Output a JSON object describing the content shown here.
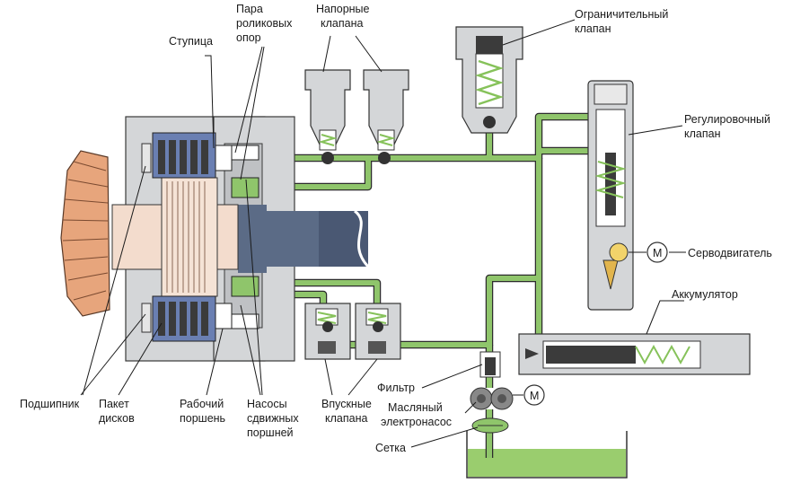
{
  "labels": {
    "hub": "Ступица",
    "roller_pair_1": "Пара",
    "roller_pair_2": "роликовых",
    "roller_pair_3": "опор",
    "pressure_valves_1": "Напорные",
    "pressure_valves_2": "клапана",
    "limit_valve_1": "Ограничительный",
    "limit_valve_2": "клапан",
    "control_valve_1": "Регулировочный",
    "control_valve_2": "клапан",
    "servo": "Серводвигатель",
    "accumulator": "Аккумулятор",
    "bearing": "Подшипник",
    "disc_pack_1": "Пакет",
    "disc_pack_2": "дисков",
    "work_piston_1": "Рабочий",
    "work_piston_2": "поршень",
    "pumps_1": "Насосы",
    "pumps_2": "сдвижных",
    "pumps_3": "поршней",
    "inlet_valves_1": "Впускные",
    "inlet_valves_2": "клапана",
    "filter": "Фильтр",
    "oil_pump_1": "Масляный",
    "oil_pump_2": "электронасос",
    "strainer": "Сетка",
    "motor_symbol": "M"
  },
  "colors": {
    "oil": "#8fc56b",
    "oil_tank": "#9acd6e",
    "housing": "#d4d6d8",
    "shaft": "#5b6b86",
    "disc_blue": "#6a7fb2",
    "gear": "#e7a57c",
    "spring": "#86c25a",
    "dark": "#3b3b3b"
  }
}
